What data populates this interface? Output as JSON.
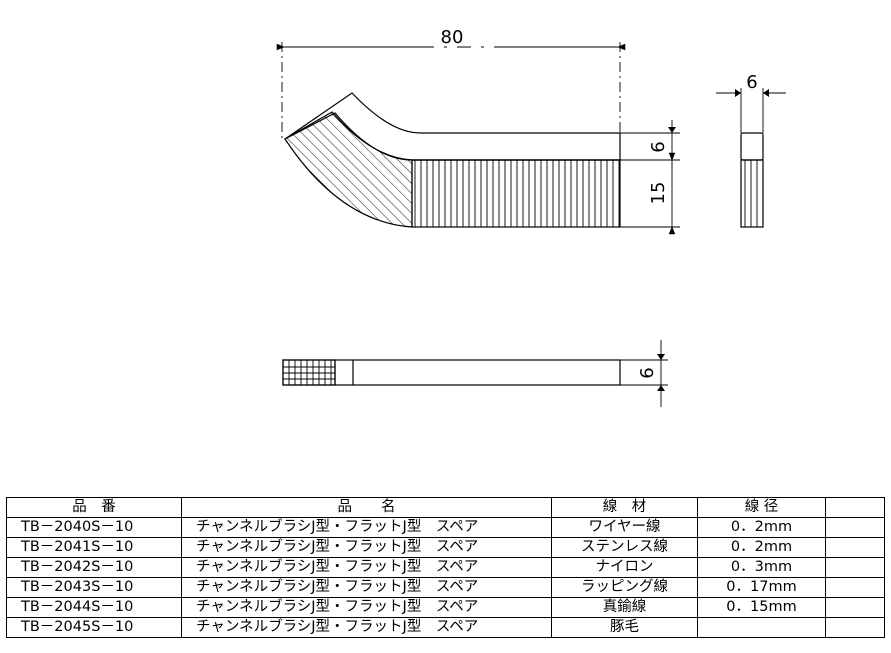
{
  "drawing": {
    "dimensions": {
      "overall_length": "80",
      "top_height": "6",
      "bristle_height": "15",
      "end_width": "6",
      "bottom_thickness": "6"
    }
  },
  "table": {
    "headers": {
      "part_no": "品　番",
      "name": "品　　名",
      "material": "線　材",
      "diameter": "線 径",
      "extra": ""
    },
    "rows": [
      {
        "part_no": "TB－2040S－10",
        "name": "チャンネルブラシJ型・フラットJ型　スペア",
        "material": "ワイヤー線",
        "diameter": "0．2mm",
        "extra": ""
      },
      {
        "part_no": "TB－2041S－10",
        "name": "チャンネルブラシJ型・フラットJ型　スペア",
        "material": "ステンレス線",
        "diameter": "0．2mm",
        "extra": ""
      },
      {
        "part_no": "TB－2042S－10",
        "name": "チャンネルブラシJ型・フラットJ型　スペア",
        "material": "ナイロン",
        "diameter": "0．3mm",
        "extra": ""
      },
      {
        "part_no": "TB－2043S－10",
        "name": "チャンネルブラシJ型・フラットJ型　スペア",
        "material": "ラッピング線",
        "diameter": "0．17mm",
        "extra": ""
      },
      {
        "part_no": "TB－2044S－10",
        "name": "チャンネルブラシJ型・フラットJ型　スペア",
        "material": "真鍮線",
        "diameter": "0．15mm",
        "extra": ""
      },
      {
        "part_no": "TB－2045S－10",
        "name": "チャンネルブラシJ型・フラットJ型　スペア",
        "material": "豚毛",
        "diameter": "",
        "extra": ""
      }
    ]
  }
}
